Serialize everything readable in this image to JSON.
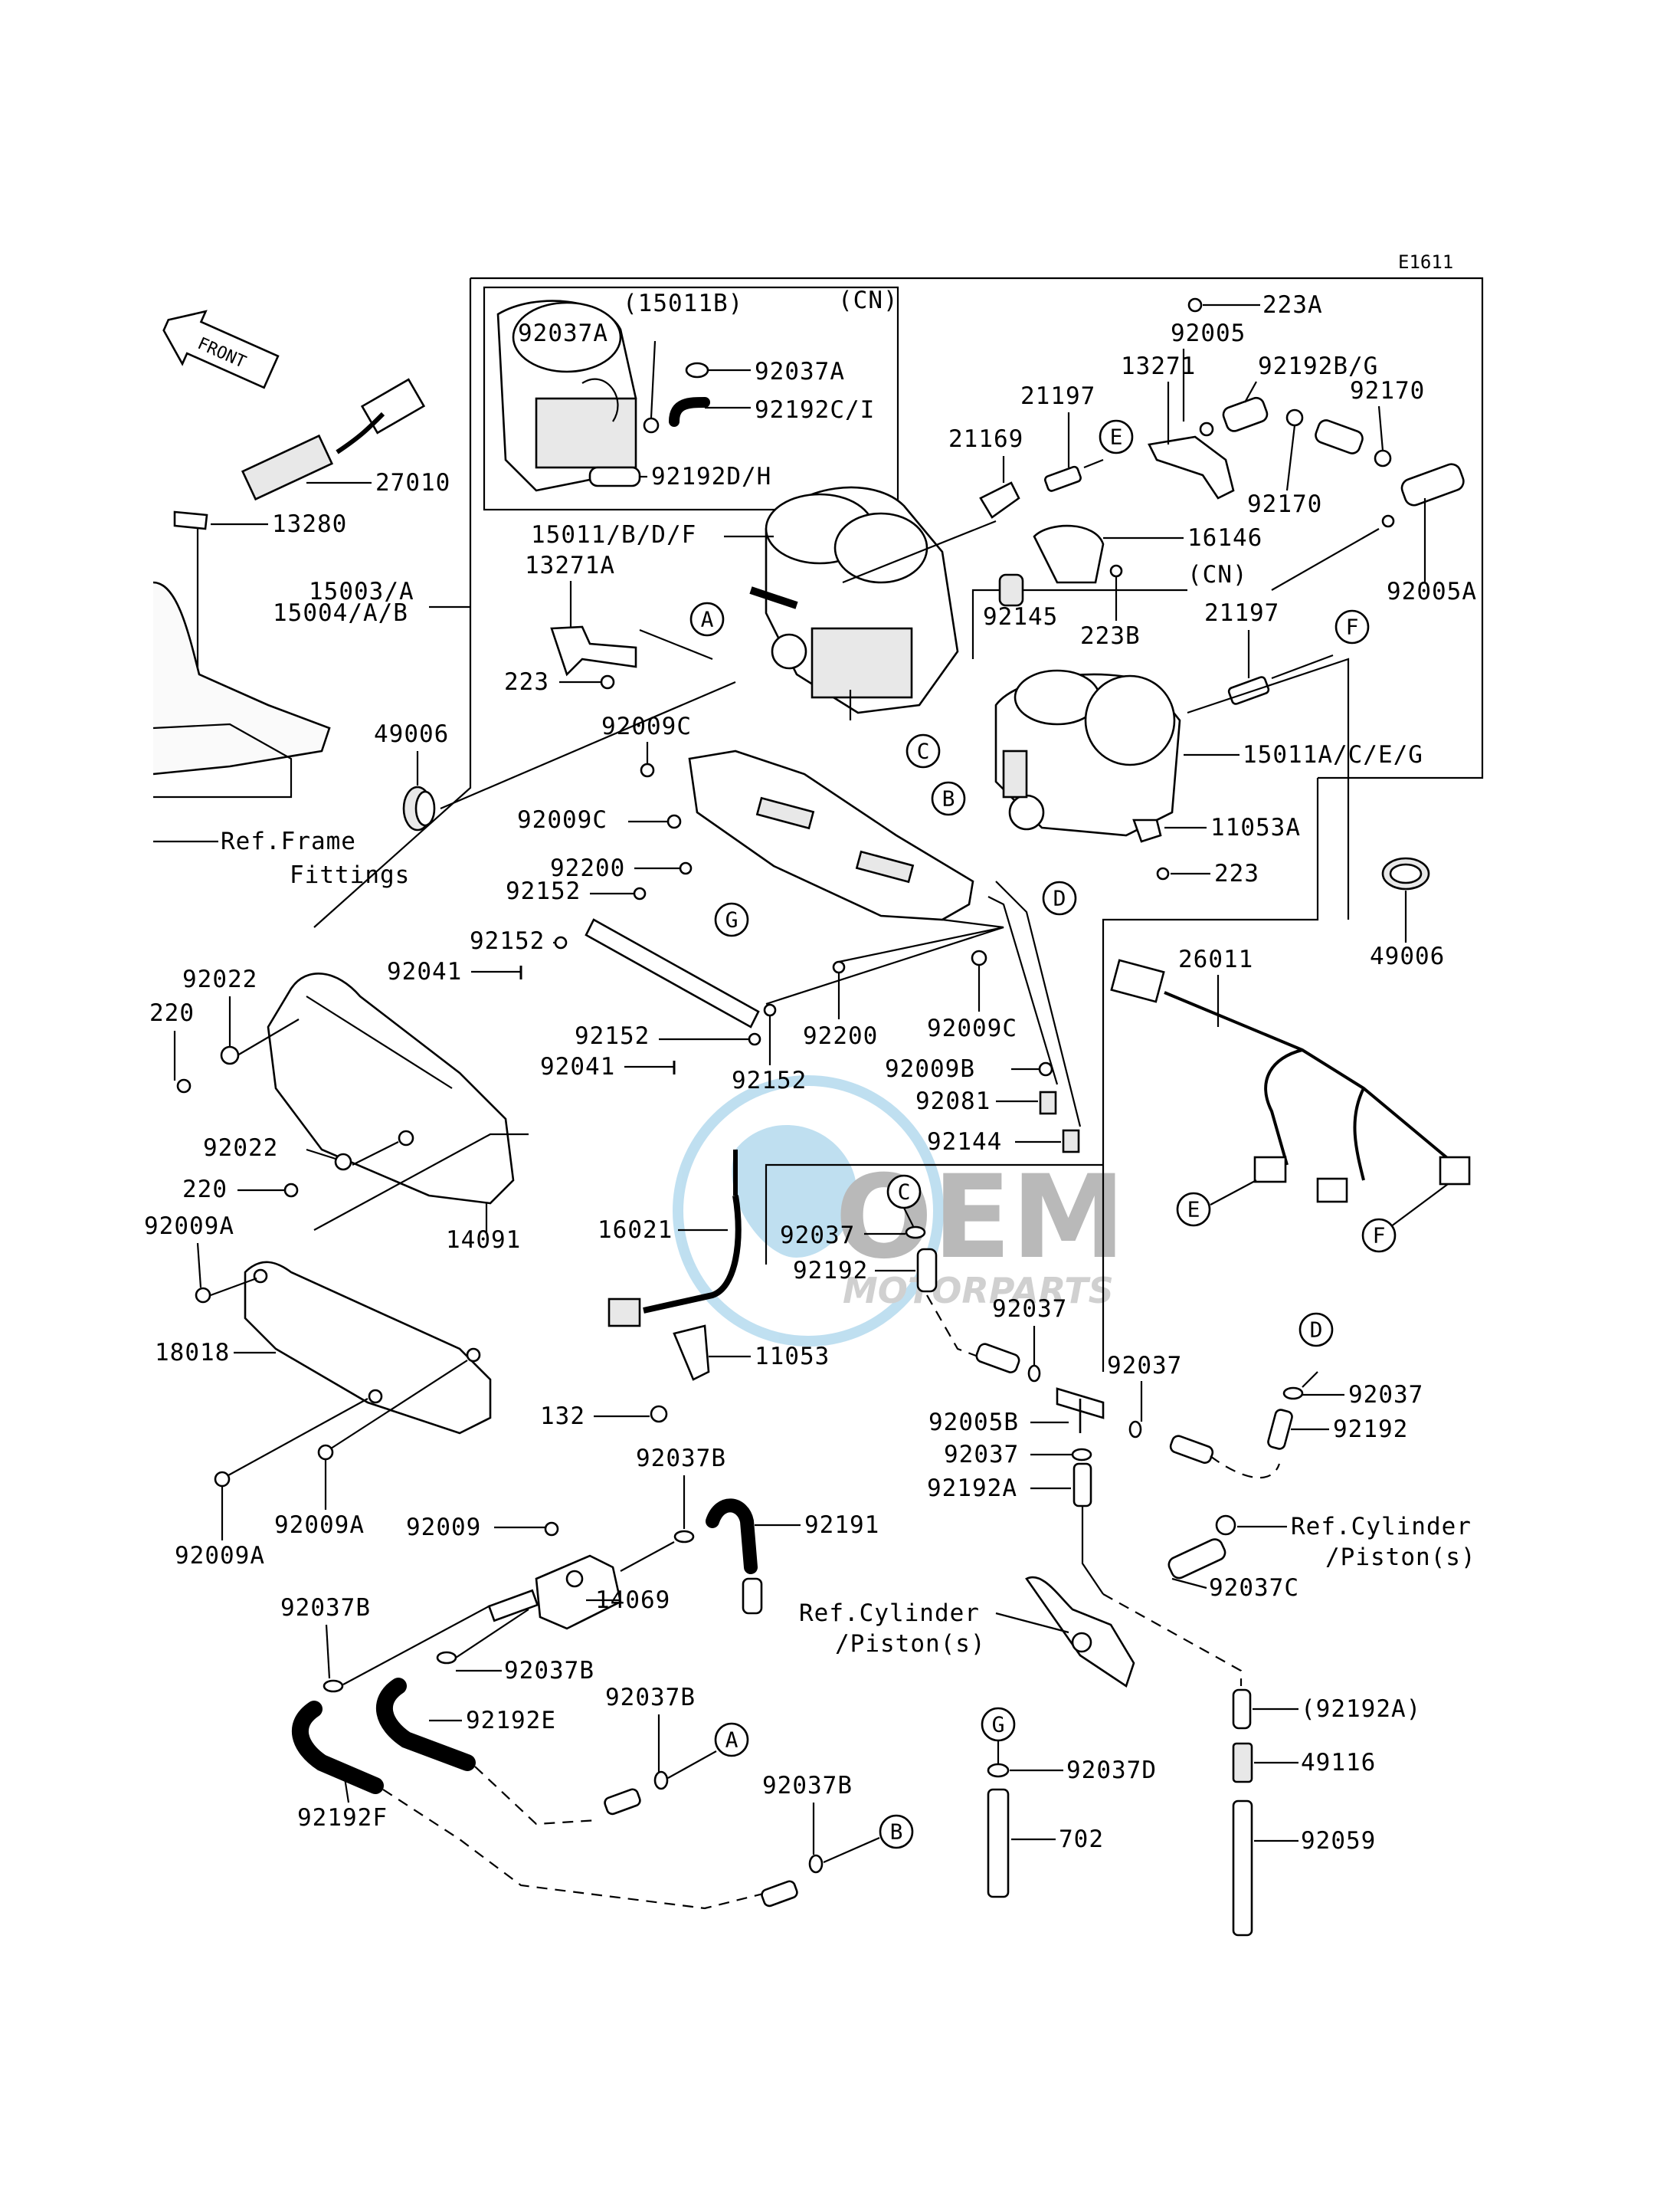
{
  "diagram": {
    "code": "E1611",
    "front_label": "FRONT",
    "watermark": {
      "main": "OEM",
      "sub": "MOTORPARTS"
    },
    "labels": {
      "l15011B": "(15011B)",
      "lCN1": "(CN)",
      "l92037A_1": "92037A",
      "l92037A_2": "92037A",
      "l92192CI": "92192C/I",
      "l92192DH": "92192D/H",
      "l27010": "27010",
      "l13280": "13280",
      "l15003A": "15003/A",
      "l15004AB": "15004/A/B",
      "l15011BDF": "15011/B/D/F",
      "l13271A": "13271A",
      "l223_1": "223",
      "l49006_1": "49006",
      "lRefFrame1": "Ref.Frame",
      "lRefFrame2": "Fittings",
      "l223A": "223A",
      "l92005": "92005",
      "l13271": "13271",
      "l92192BG": "92192B/G",
      "l92170_1": "92170",
      "l92170_2": "92170",
      "l21197_1": "21197",
      "l21169": "21169",
      "l16146": "16146",
      "lCN2": "(CN)",
      "l223B": "223B",
      "l92145": "92145",
      "l92005A": "92005A",
      "l21197_2": "21197",
      "l15011ACEG": "15011A/C/E/G",
      "l11053A": "11053A",
      "l223_2": "223",
      "l49006_2": "49006",
      "l26011": "26011",
      "l92009C_1": "92009C",
      "l92009C_2": "92009C",
      "l92200_1": "92200",
      "l92152_1": "92152",
      "l92152_2": "92152",
      "l92041_1": "92041",
      "l92152_3": "92152",
      "l92041_2": "92041",
      "l92200_2": "92200",
      "l92152_4": "92152",
      "l92009C_3": "92009C",
      "l92009B": "92009B",
      "l92081": "92081",
      "l92144": "92144",
      "l92022_1": "92022",
      "l220_1": "220",
      "l92022_2": "92022",
      "l220_2": "220",
      "l14091": "14091",
      "l92009A_1": "92009A",
      "l18018": "18018",
      "l92009A_2": "92009A",
      "l92009A_3": "92009A",
      "l16021": "16021",
      "l11053": "11053",
      "l132": "132",
      "l92037_1": "92037",
      "l92192_1": "92192",
      "l92037_2": "92037",
      "l92037_3": "92037",
      "l92005B": "92005B",
      "l92037_4": "92037",
      "l92192A": "92192A",
      "l92037_5": "92037",
      "l92192_2": "92192",
      "lRefCyl1a": "Ref.Cylinder",
      "lRefCyl1b": "/Piston(s)",
      "l92037C": "92037C",
      "lRefCyl2a": "Ref.Cylinder",
      "lRefCyl2b": "/Piston(s)",
      "l92192Ap": "(92192A)",
      "l49116": "49116",
      "l92059": "92059",
      "l92037B_1": "92037B",
      "l92191": "92191",
      "l92009": "92009",
      "l14069": "14069",
      "l92037B_2": "92037B",
      "l92037B_3": "92037B",
      "l92192E": "92192E",
      "l92037B_4": "92037B",
      "l92192F": "92192F",
      "l92037B_5": "92037B",
      "l92037D": "92037D",
      "l702": "702"
    },
    "callouts": {
      "A1": "A",
      "E1": "E",
      "F1": "F",
      "C1": "C",
      "B1": "B",
      "D1": "D",
      "G1": "G",
      "C2": "C",
      "E2": "E",
      "F2": "F",
      "D2": "D",
      "G2": "G",
      "A2": "A",
      "B2": "B"
    }
  }
}
